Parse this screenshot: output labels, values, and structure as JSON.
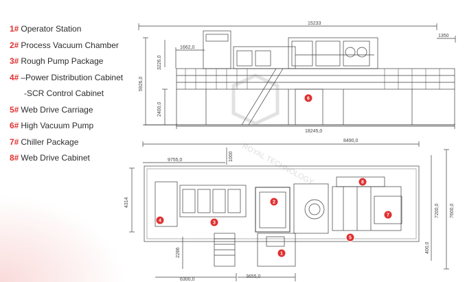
{
  "legend": [
    {
      "num": "1#",
      "label": "Operator Station"
    },
    {
      "num": "2#",
      "label": "Process Vacuum Chamber"
    },
    {
      "num": "3#",
      "label": "Rough Pump Package"
    },
    {
      "num": "4#",
      "label": "–Power Distribution Cabinet"
    },
    {
      "num": "",
      "label": "-SCR Control Cabinet"
    },
    {
      "num": "5#",
      "label": "Web Drive Carriage"
    },
    {
      "num": "6#",
      "label": "High Vacuum Pump"
    },
    {
      "num": "7#",
      "label": "Chiller Package"
    },
    {
      "num": "8#",
      "label": "Web Drive Cabinet"
    }
  ],
  "elevation_dims": {
    "total_length": "15233",
    "right_offset": "1350",
    "left_offset": "1662,0",
    "upper_height": "3226,0",
    "total_height": "5926,0",
    "lower_height": "2400,0",
    "base_length": "18245,0"
  },
  "plan_dims": {
    "top_right": "8490,0",
    "top_left": "9755,0",
    "top_gap": "1000",
    "left_height": "4314",
    "right_height_inner": "7200,0",
    "right_height_outer": "7600,0",
    "lower_left_height": "2286",
    "lower_right_height": "400,0",
    "bottom_left": "6300,0",
    "bottom_mid": "3655,0"
  },
  "markers": {
    "m1": "1",
    "m2": "2",
    "m3": "3",
    "m4": "4",
    "m5": "5",
    "m6": "6",
    "m7": "7",
    "m8": "8"
  },
  "watermark_text": "ROYAL TECHNOLOGY",
  "colors": {
    "accent": "#e03030",
    "line": "#333333",
    "text": "#2b2b2b"
  }
}
